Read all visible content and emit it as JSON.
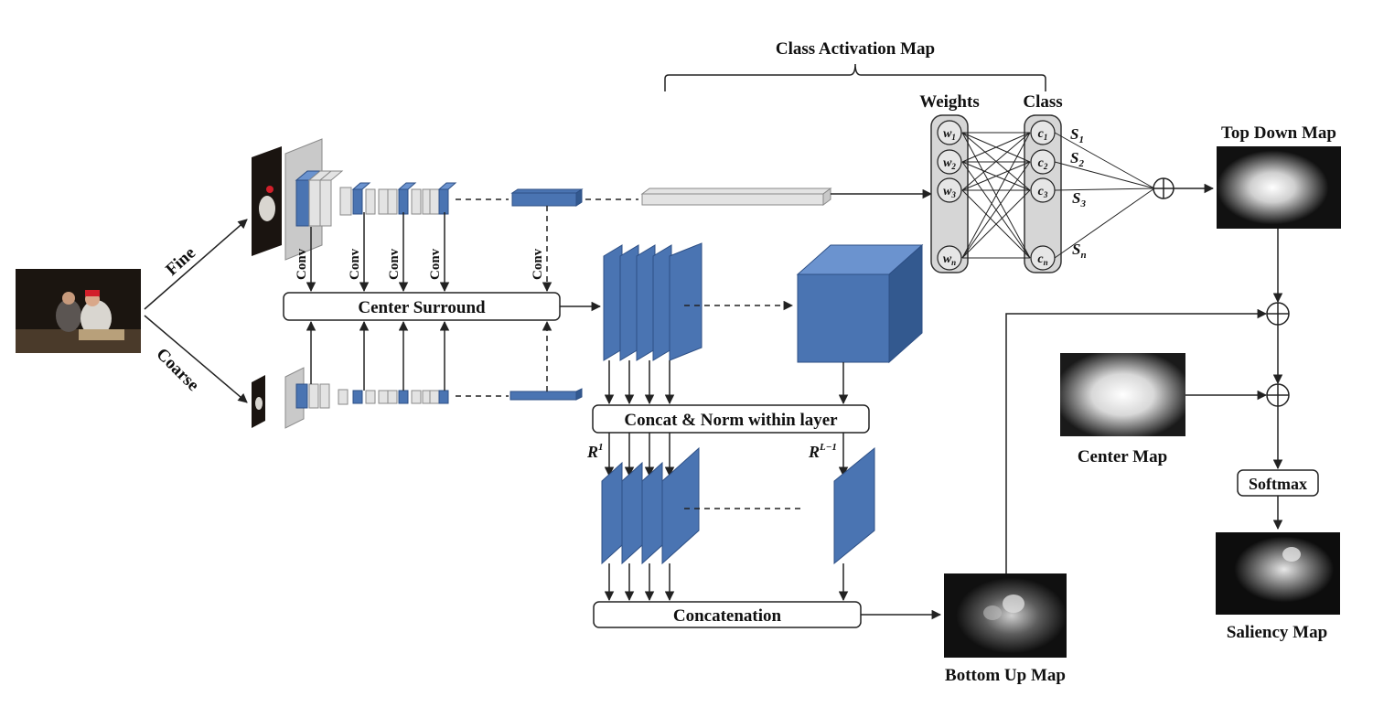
{
  "labels": {
    "class_activation_map": "Class Activation Map",
    "weights": "Weights",
    "class": "Class",
    "top_down_map": "Top Down Map",
    "fine": "Fine",
    "coarse": "Coarse",
    "conv": "Conv",
    "center_surround": "Center Surround",
    "concat_norm": "Concat & Norm within layer",
    "concatenation": "Concatenation",
    "center_map": "Center Map",
    "softmax": "Softmax",
    "saliency_map": "Saliency Map",
    "bottom_up_map": "Bottom Up Map",
    "r1": "R",
    "r1_sup": "1",
    "rl1": "R",
    "rl1_sup": "L−1"
  },
  "weights_nodes": [
    {
      "base": "w",
      "sub": "1"
    },
    {
      "base": "w",
      "sub": "2"
    },
    {
      "base": "w",
      "sub": "3"
    },
    {
      "base": "w",
      "sub": "n"
    }
  ],
  "class_nodes": [
    {
      "base": "c",
      "sub": "1"
    },
    {
      "base": "c",
      "sub": "2"
    },
    {
      "base": "c",
      "sub": "3"
    },
    {
      "base": "c",
      "sub": "n"
    }
  ],
  "scores": [
    {
      "base": "S",
      "sub": "1"
    },
    {
      "base": "S",
      "sub": "2"
    },
    {
      "base": "S",
      "sub": "3"
    },
    {
      "base": "S",
      "sub": "n"
    }
  ],
  "colors": {
    "feature_blue": "#4a74b2",
    "feature_gray": "#e3e3e3",
    "panel_gray": "#d6d6d6"
  }
}
